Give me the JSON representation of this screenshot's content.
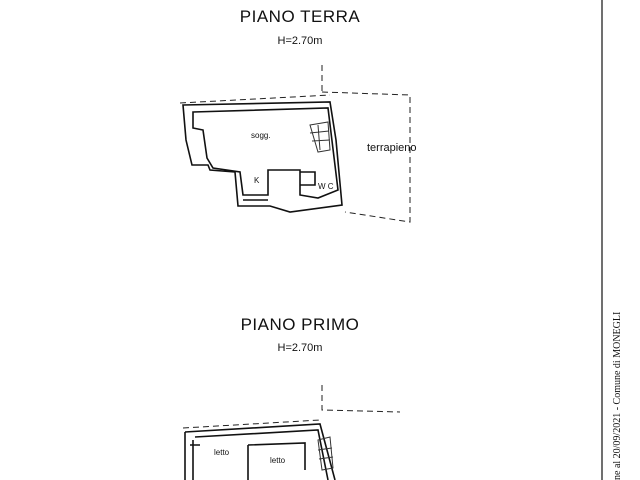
{
  "floors": [
    {
      "title": "PIANO TERRA",
      "height": "H=2.70m",
      "rooms": [
        "sogg.",
        "K",
        "W C",
        "terrapieno"
      ]
    },
    {
      "title": "PIANO PRIMO",
      "height": "H=2.70m",
      "rooms": [
        "letto",
        "letto"
      ]
    }
  ],
  "stamp": "ne al 20/09/2021 - Comune di MONEGLI"
}
